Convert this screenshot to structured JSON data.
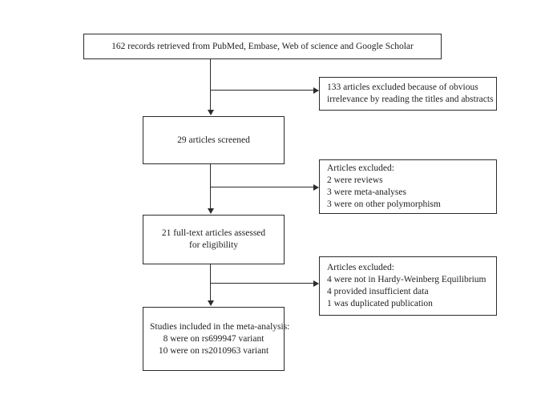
{
  "diagram": {
    "type": "prisma-study-selection-flowchart",
    "nodes": {
      "records_retrieved": {
        "lines": [
          "162 records retrieved from PubMed, Embase, Web of science and Google Scholar"
        ]
      },
      "articles_screened": {
        "lines": [
          "29 articles screened"
        ]
      },
      "fulltext_assessed": {
        "lines": [
          "21 full-text articles assessed",
          "for eligibility"
        ]
      },
      "studies_included": {
        "lines": [
          "Studies included in the meta-analysis:",
          "8 were on rs699947 variant",
          "10 were on rs2010963 variant"
        ]
      },
      "excluded_screening": {
        "lines": [
          "133 articles excluded because of obvious",
          "irrelevance by reading the titles and abstracts"
        ]
      },
      "excluded_eligibility": {
        "lines": [
          "Articles excluded:",
          "2 were reviews",
          "3 were meta-analyses",
          "3 were on other polymorphism"
        ]
      },
      "excluded_fulltext": {
        "lines": [
          "Articles excluded:",
          "4 were not in Hardy-Weinberg Equilibrium",
          "4 provided insufficient data",
          "1 was duplicated publication"
        ]
      }
    },
    "colors": {
      "background": "#ffffff",
      "border": "#2b2b2b",
      "text": "#1f1f1f",
      "connector": "#2b2b2b"
    }
  }
}
